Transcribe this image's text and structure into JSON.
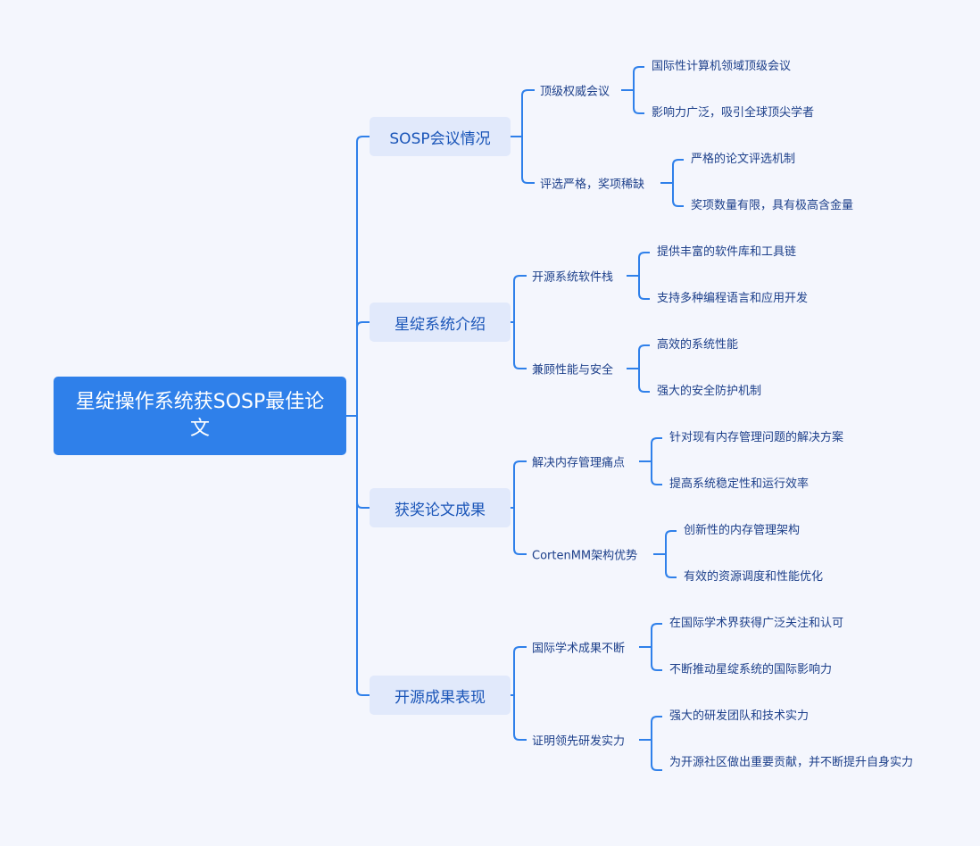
{
  "root": {
    "title": "星绽操作系统获SOSP最佳论文"
  },
  "branches": [
    {
      "label": "SOSP会议情况",
      "children": [
        {
          "label": "顶级权威会议",
          "children": [
            "国际性计算机领域顶级会议",
            "影响力广泛，吸引全球顶尖学者"
          ]
        },
        {
          "label": "评选严格，奖项稀缺",
          "children": [
            "严格的论文评选机制",
            "奖项数量有限，具有极高含金量"
          ]
        }
      ]
    },
    {
      "label": "星绽系统介绍",
      "children": [
        {
          "label": "开源系统软件栈",
          "children": [
            "提供丰富的软件库和工具链",
            "支持多种编程语言和应用开发"
          ]
        },
        {
          "label": "兼顾性能与安全",
          "children": [
            "高效的系统性能",
            "强大的安全防护机制"
          ]
        }
      ]
    },
    {
      "label": "获奖论文成果",
      "children": [
        {
          "label": "解决内存管理痛点",
          "children": [
            "针对现有内存管理问题的解决方案",
            "提高系统稳定性和运行效率"
          ]
        },
        {
          "label": "CortenMM架构优势",
          "children": [
            "创新性的内存管理架构",
            "有效的资源调度和性能优化"
          ]
        }
      ]
    },
    {
      "label": "开源成果表现",
      "children": [
        {
          "label": "国际学术成果不断",
          "children": [
            "在国际学术界获得广泛关注和认可",
            "不断推动星绽系统的国际影响力"
          ]
        },
        {
          "label": "证明领先研发实力",
          "children": [
            "强大的研发团队和技术实力",
            "为开源社区做出重要贡献，并不断提升自身实力"
          ]
        }
      ]
    }
  ],
  "colors": {
    "line": "#2f80ea",
    "root_bg": "#2f80ea",
    "branch_bg": "#e1e9fb",
    "background": "#f4f6fd"
  }
}
